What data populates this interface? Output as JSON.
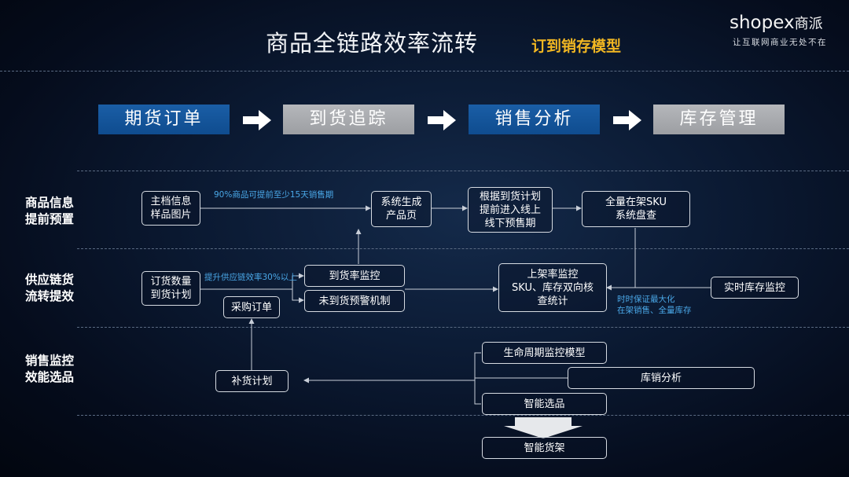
{
  "header": {
    "title": "商品全链路效率流转",
    "subtitle": "订到销存模型",
    "logo_text": "shopex",
    "logo_cn": "商派",
    "slogan": "让互联网商业无处不在"
  },
  "stages": [
    "期货订单",
    "到货追踪",
    "销售分析",
    "库存管理"
  ],
  "rows": {
    "row1": "商品信息\n提前预置",
    "row2": "供应链货\n流转提效",
    "row3": "销售监控\n效能选品"
  },
  "boxes": {
    "master_info": "主档信息\n样品图片",
    "system_gen": "系统生成\n产品页",
    "pre_sale": "根据到货计划\n提前进入线上\n线下预售期",
    "sku_check": "全量在架SKU\n系统盘查",
    "order_qty": "订货数量\n到货计划",
    "arrival_monitor": "到货率监控",
    "not_arrived": "未到货预警机制",
    "purchase_order": "采购订单",
    "shelf_monitor": "上架率监控\nSKU、库存双向核\n查统计",
    "realtime_stock": "实时库存监控",
    "lifecycle": "生命周期监控模型",
    "sales_analysis": "库销分析",
    "smart_select": "智能选品",
    "replenish": "补货计划",
    "smart_shelf": "智能货架"
  },
  "notes": {
    "presale_note": "90%商品可提前至少15天销售期",
    "efficiency_note": "提升供应链效率30%以上",
    "max_note": "时时保证最大化\n在架销售、全量库存"
  }
}
